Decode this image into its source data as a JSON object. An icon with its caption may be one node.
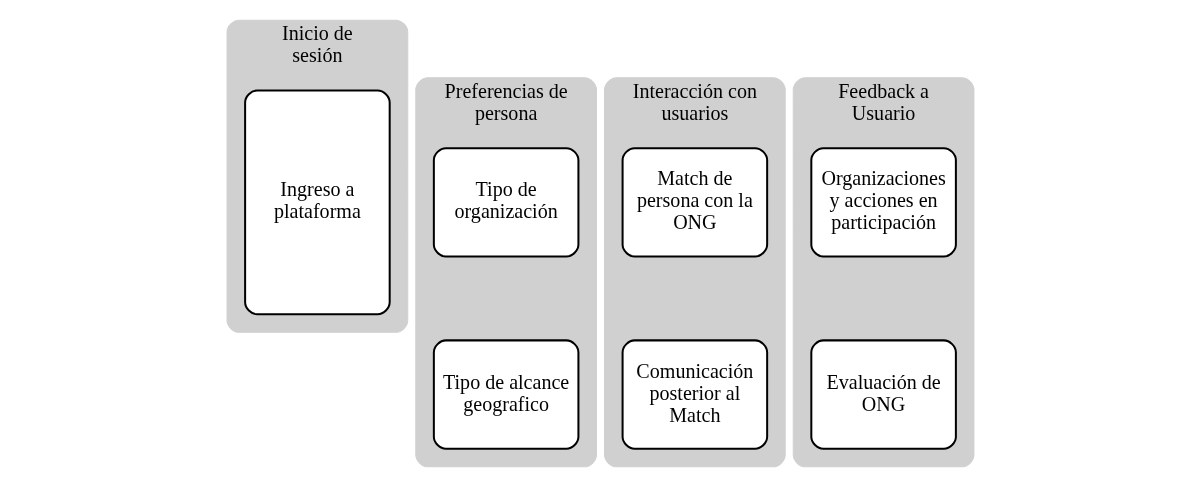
{
  "diagram": {
    "nodes": [
      {
        "text": [
          "Inicio de sesión"
        ]
      },
      {
        "text": [
          "Ingreso a plataforma"
        ],
        "in": 0
      },
      {
        "text": [
          "Preferencias de persona"
        ]
      },
      {
        "text": [
          "Tipo de organización"
        ],
        "in": 2
      },
      {
        "text": [
          "Tipo de alcance geografico"
        ],
        "in": 2
      },
      {
        "text": [
          "Interacción con usuarios"
        ]
      },
      {
        "text": [
          "Match de persona con la ONG"
        ],
        "in": 5
      },
      {
        "text": [
          "Comunicación posterior al Match"
        ],
        "in": 5
      },
      {
        "text": [
          "Feedback a Usuario"
        ]
      },
      {
        "text": [
          "Organizaciones y acciones en participación"
        ],
        "in": 8
      },
      {
        "text": [
          "Evaluación de ONG"
        ],
        "in": 8
      }
    ],
    "edges": []
  }
}
